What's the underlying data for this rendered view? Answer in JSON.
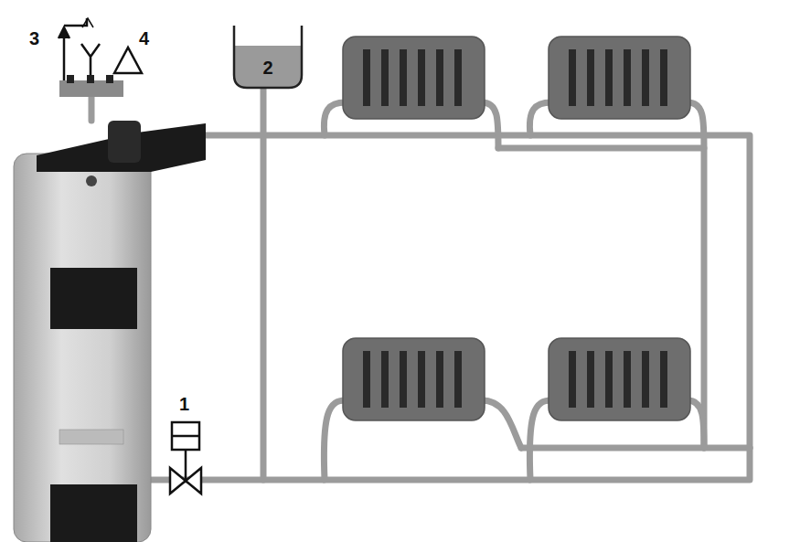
{
  "diagram": {
    "nodes": [
      {
        "text": [
          "2"
        ]
      }
    ],
    "labels": [
      "3",
      "4",
      "1"
    ]
  }
}
